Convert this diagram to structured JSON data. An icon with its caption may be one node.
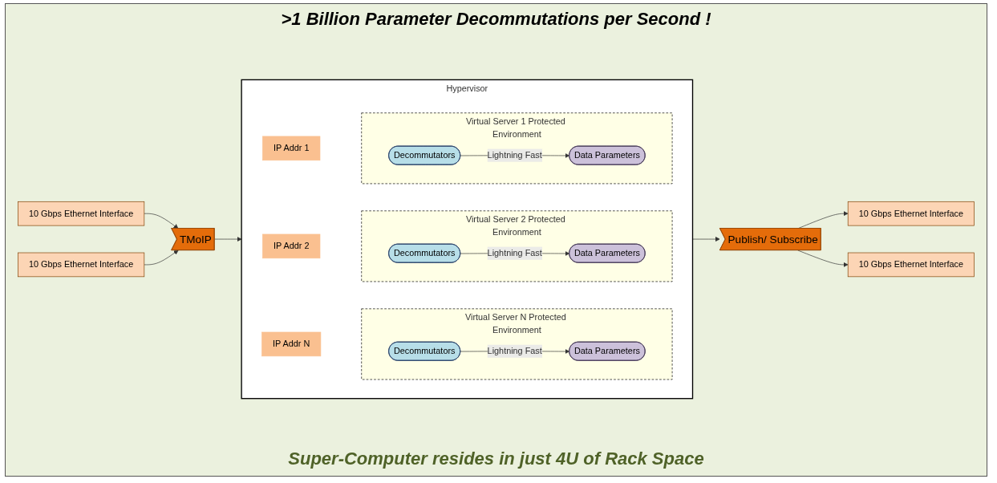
{
  "diagram": {
    "title": ">1 Billion Parameter Decommutations per Second !",
    "caption": "Super-Computer resides in just 4U of Rack Space",
    "nodes": [
      {
        "text": [
          "10 Gbps Ethernet Interface"
        ]
      },
      {
        "text": [
          "10 Gbps Ethernet Interface"
        ]
      },
      {
        "text": [
          "TMoIP"
        ]
      },
      {
        "text": [
          "Hypervisor"
        ]
      },
      {
        "text": [
          "IP Addr 1"
        ],
        "in": 3
      },
      {
        "text": [
          "Virtual Server 1 Protected Environment"
        ],
        "in": 3
      },
      {
        "text": [
          "Decommutators"
        ],
        "in": 5
      },
      {
        "text": [
          "Data Parameters"
        ],
        "in": 5
      },
      {
        "text": [
          "IP Addr 2"
        ],
        "in": 3
      },
      {
        "text": [
          "Virtual Server 2 Protected Environment"
        ],
        "in": 3
      },
      {
        "text": [
          "Decommutators"
        ],
        "in": 9
      },
      {
        "text": [
          "Data Parameters"
        ],
        "in": 9
      },
      {
        "text": [
          "IP Addr N"
        ],
        "in": 3
      },
      {
        "text": [
          "Virtual Server N Protected Environment"
        ],
        "in": 3
      },
      {
        "text": [
          "Decommutators"
        ],
        "in": 13
      },
      {
        "text": [
          "Data Parameters"
        ],
        "in": 13
      },
      {
        "text": [
          "Publish/ Subscribe"
        ]
      },
      {
        "text": [
          "10 Gbps Ethernet Interface"
        ]
      },
      {
        "text": [
          "10 Gbps Ethernet Interface"
        ]
      }
    ],
    "edges": [
      {
        "from": 0,
        "to": 2,
        "arrow": "to"
      },
      {
        "from": 1,
        "to": 2,
        "arrow": "to"
      },
      {
        "from": 2,
        "to": 3,
        "arrow": "to"
      },
      {
        "from": 6,
        "to": 7,
        "arrow": "to",
        "label": "Lightning Fast"
      },
      {
        "from": 10,
        "to": 11,
        "arrow": "to",
        "label": "Lightning Fast"
      },
      {
        "from": 14,
        "to": 15,
        "arrow": "to",
        "label": "Lightning Fast"
      },
      {
        "from": 3,
        "to": 16,
        "arrow": "to"
      },
      {
        "from": 16,
        "to": 17,
        "arrow": "to"
      },
      {
        "from": 16,
        "to": 18,
        "arrow": "to"
      }
    ]
  }
}
